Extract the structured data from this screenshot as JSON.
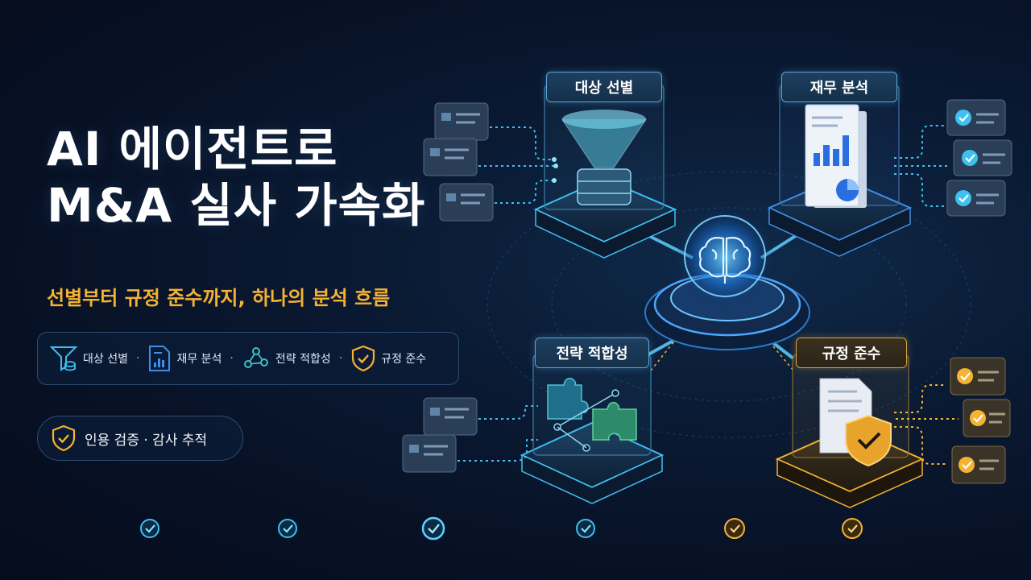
{
  "hero": {
    "title": "AI 에이전트로\nM&A 실사 가속화",
    "subtitle": "선별부터 규정 준수까지, 하나의 분석 흐름"
  },
  "steps_bar": {
    "items": [
      {
        "label": "대상 선별",
        "icon": "funnel-icon"
      },
      {
        "label": "재무 분석",
        "icon": "report-chart-icon"
      },
      {
        "label": "전략 적합성",
        "icon": "network-nodes-icon"
      },
      {
        "label": "규정 준수",
        "icon": "shield-check-icon"
      }
    ],
    "separator": "·"
  },
  "badge": {
    "label": "인용 검증 · 감사 추적",
    "icon": "shield-check-icon"
  },
  "diagram": {
    "nodes": [
      {
        "label": "대상 선별",
        "icon": "funnel-database-icon"
      },
      {
        "label": "재무 분석",
        "icon": "financial-report-icon"
      },
      {
        "label": "전략 적합성",
        "icon": "puzzle-icon"
      },
      {
        "label": "규정 준수",
        "icon": "document-shield-icon"
      }
    ],
    "center_icon": "brain-icon"
  },
  "colors": {
    "accent_blue": "#3fc0f0",
    "accent_gold": "#f5b233",
    "background": "#071125"
  }
}
